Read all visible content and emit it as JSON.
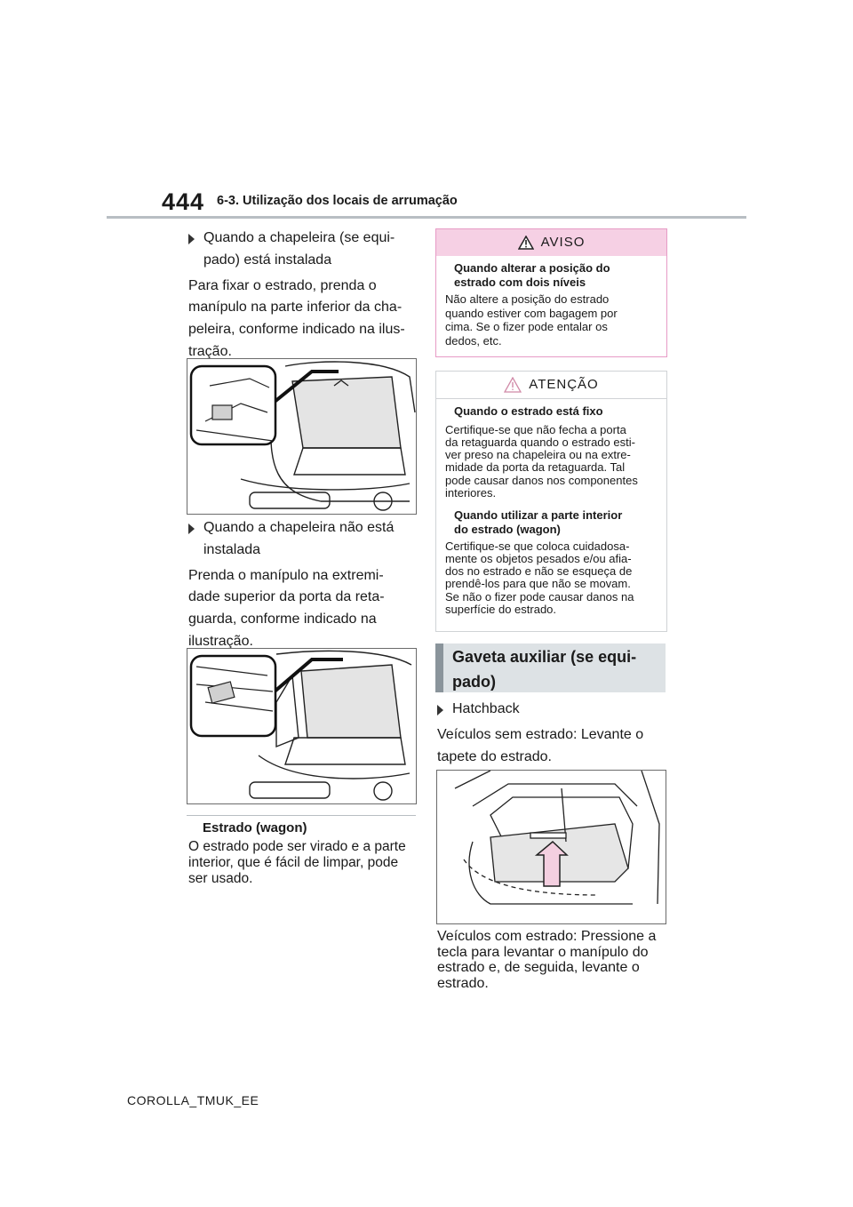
{
  "header": {
    "page_number": "444",
    "section_title": "6-3. Utilização dos locais de arrumação"
  },
  "left": {
    "item1_label_line1": "Quando a chapeleira (se equi-",
    "item1_label_line2": "pado) está instalada",
    "para1_lines": [
      "Para fixar o estrado, prenda o",
      "manípulo na parte inferior da cha-",
      "peleira, conforme indicado na ilus-",
      "tração."
    ],
    "item2_label_line1": "Quando a chapeleira não está",
    "item2_label_line2": "instalada",
    "para2_lines": [
      "Prenda o manípulo na extremi-",
      "dade superior da porta da reta-",
      "guarda, conforme indicado na",
      "ilustração."
    ],
    "estrado_heading": "Estrado (wagon)",
    "estrado_lines": [
      "O estrado pode ser virado e a parte",
      "interior, que é fácil de limpar, pode",
      "ser usado."
    ]
  },
  "right": {
    "aviso": {
      "title": "AVISO",
      "subtitle_lines": [
        "Quando alterar a posição do",
        "estrado com dois níveis"
      ],
      "body_lines": [
        "Não altere a posição do estrado",
        "quando estiver com bagagem por",
        "cima. Se o fizer pode entalar os",
        "dedos, etc."
      ]
    },
    "atencao": {
      "title": "ATENÇÃO",
      "sub1": "Quando o estrado está fixo",
      "body1_lines": [
        "Certifique-se que não fecha a porta",
        "da retaguarda quando o estrado esti-",
        "ver preso na chapeleira ou na extre-",
        "midade da porta da retaguarda. Tal",
        "pode causar danos nos componentes",
        "interiores."
      ],
      "sub2_lines": [
        "Quando utilizar a parte interior",
        "do estrado (wagon)"
      ],
      "body2_lines": [
        "Certifique-se que coloca cuidadosa-",
        "mente os objetos pesados e/ou afia-",
        "dos no estrado e não se esqueça de",
        "prendê-los para que não se movam.",
        "Se não o fizer pode causar danos na",
        "superfície do estrado."
      ]
    },
    "gaveta_heading_lines": [
      "Gaveta auxiliar (se equi-",
      "pado)"
    ],
    "hatchback_label": "Hatchback",
    "veiculos_sem_lines": [
      "Veículos sem estrado: Levante o",
      "tapete do estrado."
    ],
    "veiculos_com_lines": [
      "Veículos com estrado: Pressione a",
      "tecla para levantar o manípulo do",
      "estrado e, de seguida, levante o",
      "estrado."
    ]
  },
  "footer": {
    "text": "COROLLA_TMUK_EE"
  },
  "colors": {
    "aviso_border": "#e79bc6",
    "aviso_head_bg": "#f6d0e4",
    "heading_bg": "#dde2e5",
    "heading_bar": "#8a949b",
    "rule": "#b8bec3"
  }
}
